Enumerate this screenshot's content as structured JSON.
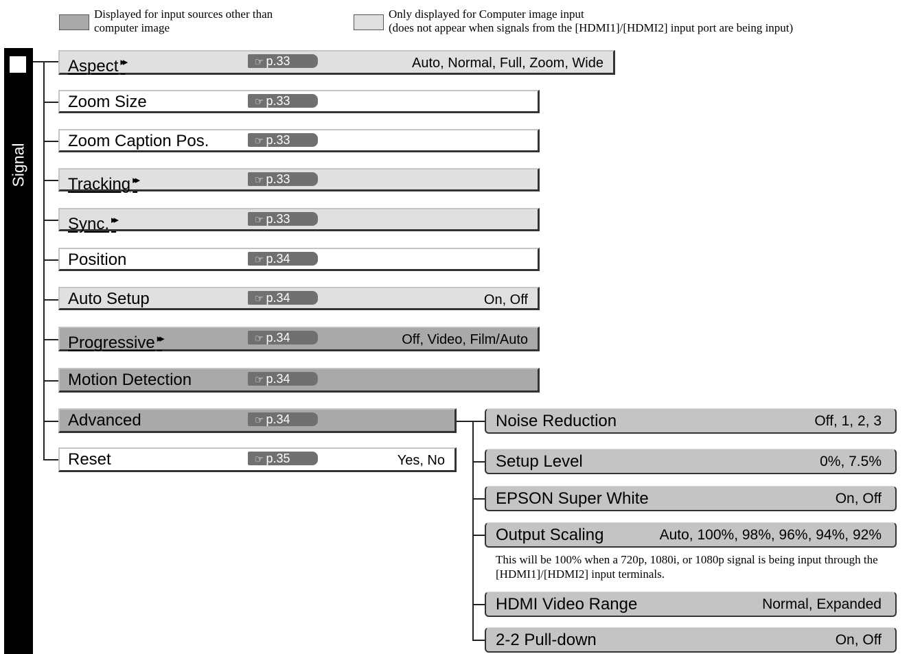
{
  "legend": {
    "dark_label": "Displayed for input sources other than computer image",
    "dark_line1": "Displayed for input sources other than",
    "dark_line2": "computer image",
    "light_label": "Only displayed for Computer image input (does not appear when signals from the [HDMI1]/[HDMI2] input port are being input)",
    "light_line1": "Only displayed for Computer image input",
    "light_line2": "(does not appear when signals from the [HDMI1]/[HDMI2] input port are being input)",
    "colors": {
      "dark": "#a9a9a9",
      "light": "#e0e0e0"
    }
  },
  "menu": {
    "title": "Signal"
  },
  "items": [
    {
      "name": "Aspect",
      "page": "p.33",
      "options": "Auto, Normal, Full, Zoom, Wide",
      "glossary": true
    },
    {
      "name": "Zoom Size",
      "page": "p.33",
      "options": ""
    },
    {
      "name": "Zoom Caption Pos.",
      "page": "p.33",
      "options": ""
    },
    {
      "name": "Tracking",
      "page": "p.33",
      "options": "",
      "glossary": true
    },
    {
      "name": "Sync.",
      "page": "p.33",
      "options": "",
      "glossary": true
    },
    {
      "name": "Position",
      "page": "p.34",
      "options": ""
    },
    {
      "name": "Auto Setup",
      "page": "p.34",
      "options": "On, Off"
    },
    {
      "name": "Progressive",
      "page": "p.34",
      "options": "Off, Video, Film/Auto",
      "glossary": true
    },
    {
      "name": "Motion Detection",
      "page": "p.34",
      "options": ""
    },
    {
      "name": "Advanced",
      "page": "p.34",
      "options": ""
    },
    {
      "name": "Reset",
      "page": "p.35",
      "options": "Yes, No"
    }
  ],
  "advanced": [
    {
      "name": "Noise Reduction",
      "options": "Off, 1, 2, 3"
    },
    {
      "name": "Setup Level",
      "options": "0%, 7.5%"
    },
    {
      "name": "EPSON Super White",
      "options": "On, Off"
    },
    {
      "name": "Output Scaling",
      "options": "Auto, 100%, 98%, 96%, 94%, 92%",
      "note": "This will be 100% when a 720p, 1080i, or 1080p signal is being input through the [HDMI1]/[HDMI2] input terminals."
    },
    {
      "name": "HDMI Video Range",
      "options": "Normal, Expanded"
    },
    {
      "name": "2-2 Pull-down",
      "options": "On, Off"
    }
  ],
  "symbols": {
    "glossary_mark": "▸▸",
    "page_ref_icon": "hand-pointer-icon",
    "page_ref_glyph": "☞"
  }
}
